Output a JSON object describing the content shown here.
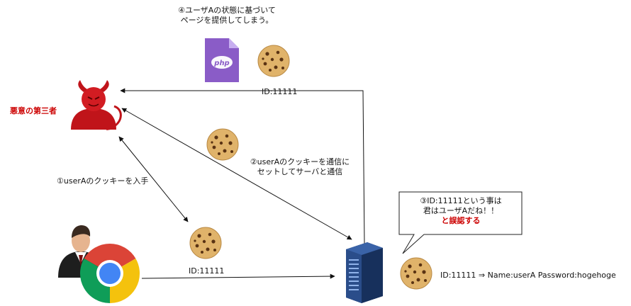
{
  "step4": {
    "line1": "④ユーザAの状態に基づいて",
    "line2": "ページを提供してしまう。"
  },
  "step2": {
    "line1": "②userAのクッキーを通信に",
    "line2": "セットしてサーバと通信"
  },
  "step1": {
    "text": "①userAのクッキーを入手"
  },
  "step3": {
    "line1": "③ID:11111という事は",
    "line2": "君はユーザAだね！！",
    "line3": "と誤認する"
  },
  "attacker": {
    "label": "悪意の第三者"
  },
  "id_top": "ID:11111",
  "id_bottom": "ID:11111",
  "server_mapping": "ID:11111 ⇒   Name:userA Password:hogehoge",
  "php_icon": {
    "text": "php"
  },
  "colors": {
    "accent_red": "#cc0000",
    "server_blue": "#2a4d8a",
    "php_purple": "#8a5cc7",
    "cookie": "#e0b36a"
  },
  "icons": [
    "devil-icon",
    "php-file-icon",
    "cookie-icon",
    "user-icon",
    "chrome-icon",
    "server-icon",
    "speech-bubble"
  ]
}
